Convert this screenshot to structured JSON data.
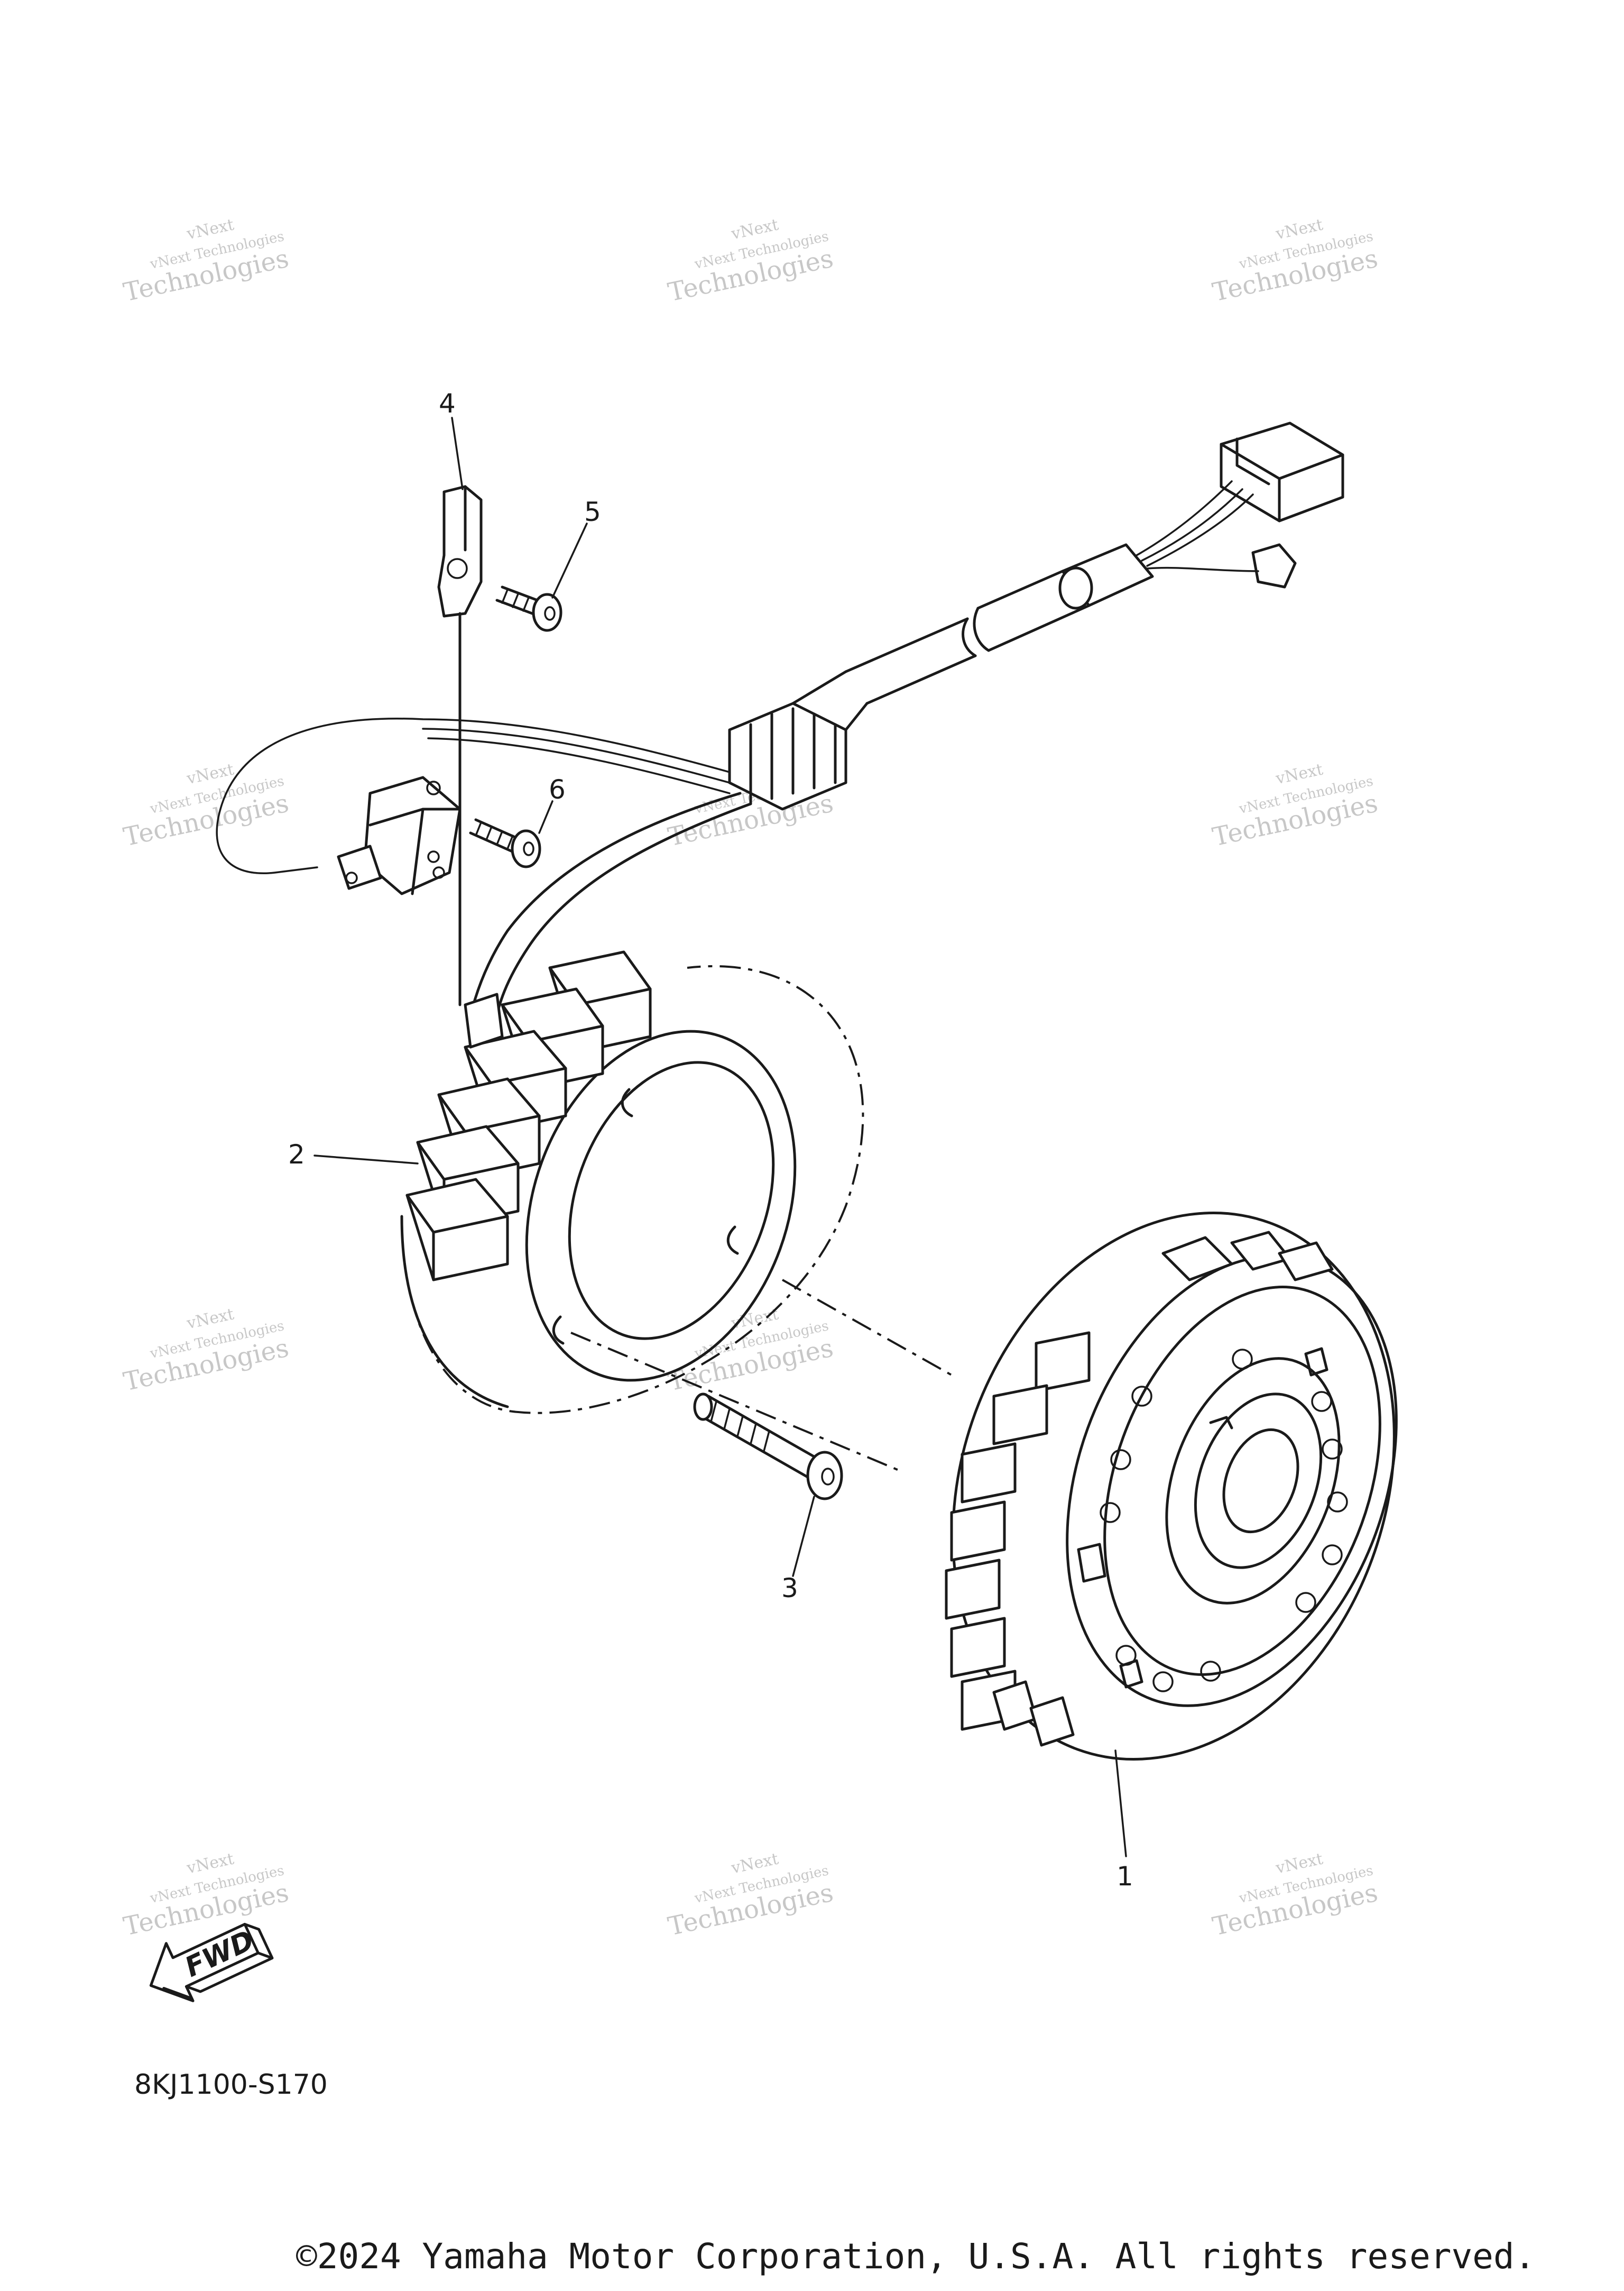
{
  "watermark": {
    "line1": "vNext Technologies",
    "line2": "vNext",
    "line3": "Technologies"
  },
  "callouts": [
    {
      "id": "1",
      "label": "1"
    },
    {
      "id": "2",
      "label": "2"
    },
    {
      "id": "3",
      "label": "3"
    },
    {
      "id": "4",
      "label": "4"
    },
    {
      "id": "5",
      "label": "5"
    },
    {
      "id": "6",
      "label": "6"
    }
  ],
  "fwd_label": "FWD",
  "diagram_code": "8KJ1100-S170",
  "copyright": "©2024 Yamaha Motor Corporation, U.S.A. All rights reserved.",
  "icons": {
    "fwd": "fwd-arrow-icon"
  }
}
